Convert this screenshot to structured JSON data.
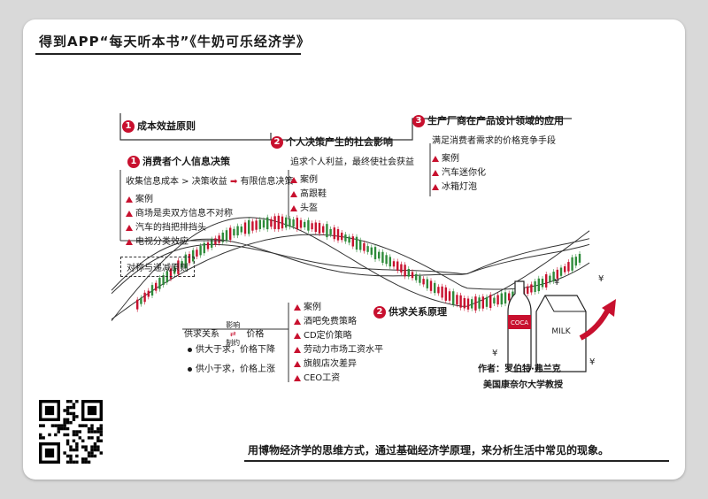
{
  "title": "得到APP“每天听本书”《牛奶可乐经济学》",
  "bottom_text": "用博物经济学的思维方式，通过基础经济学原理，来分析生活中常见的现象。",
  "sections": {
    "s1": {
      "num": "1",
      "heading": "成本效益原则"
    },
    "s1a": {
      "num": "1",
      "heading": "消费者个人信息决策",
      "line1": "收集信息成本 > 决策收益",
      "line1_arrow": "有限信息决策",
      "case_label": "案例",
      "items": [
        "商场是卖双方信息不对称",
        "汽车的挡把排挡头",
        "电视分类效应"
      ]
    },
    "s2": {
      "num": "2",
      "heading": "个人决策产生的社会影响",
      "line1": "追求个人利益，最终使社会获益",
      "case_label": "案例",
      "items": [
        "高跟鞋",
        "头盔"
      ]
    },
    "s3": {
      "num": "3",
      "heading": "生产厂商在产品设计领域的应用",
      "line1": "满足消费者需求的价格竞争手段",
      "case_label": "案例",
      "items": [
        "汽车迷你化",
        "冰箱灯泡"
      ]
    },
    "compare_label": "对称与递减原则",
    "supply": {
      "num": "2",
      "heading": "供求关系原理",
      "relation_left": "供求关系",
      "relation_top": "影响",
      "relation_bottom": "制约",
      "relation_right": "价格",
      "rules": [
        "供大于求，价格下降",
        "供小于求，价格上涨"
      ],
      "case_label": "案例",
      "cases": [
        "酒吧免费策略",
        "CD定价策略",
        "劳动力市场工资水平",
        "旗舰店次差异",
        "CEO工资"
      ]
    },
    "author": {
      "line1": "作者：罗伯特·弗兰克",
      "line2": "美国康奈尔大学教授"
    },
    "illustration": {
      "cola_label": "COCA",
      "milk_label": "MILK",
      "currency": "¥"
    }
  },
  "colors": {
    "up": "#c8102e",
    "down": "#2e8b3a",
    "ink": "#1a1a1a"
  },
  "icons": [
    "qr-code-icon",
    "cola-bottle-icon",
    "milk-carton-icon",
    "trend-arrow-icon"
  ]
}
